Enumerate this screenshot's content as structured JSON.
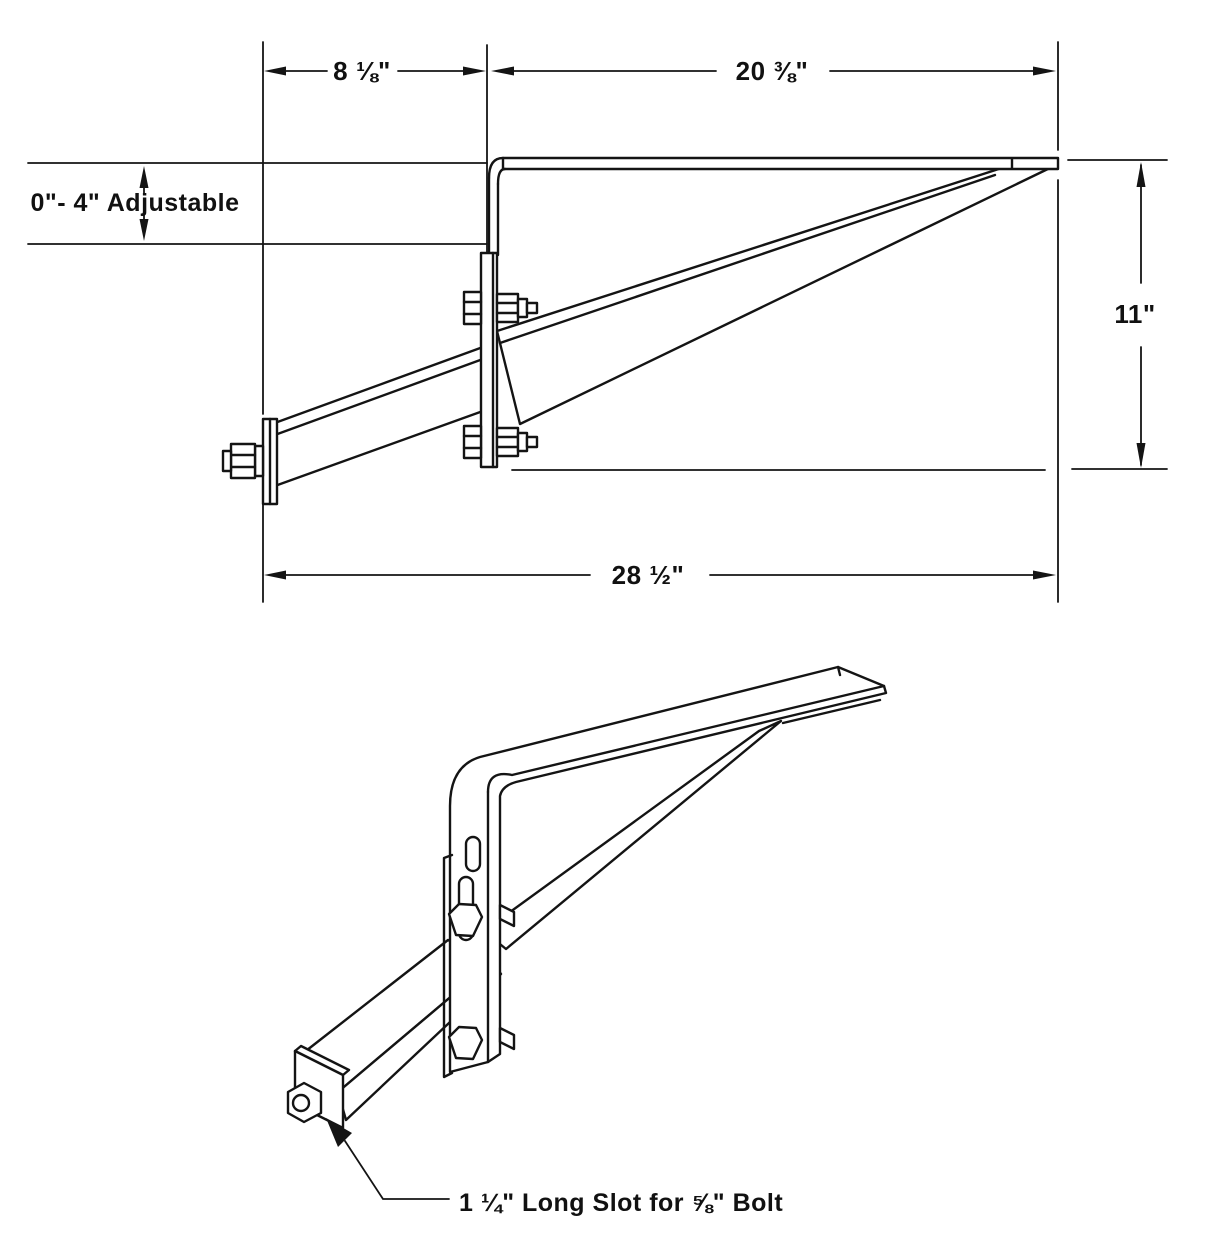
{
  "page": {
    "background": "#ffffff"
  },
  "diagram": {
    "stroke_color": "#141414",
    "text_color": "#111111",
    "side_view": {
      "description": "bracket-side-elevation",
      "dims": {
        "top_left": "8 ⅛\"",
        "top_right": "20 ⅜\"",
        "adjustable": "0\"- 4\" Adjustable",
        "height": "11\"",
        "overall": "28 ½\""
      }
    },
    "iso_view": {
      "description": "bracket-isometric-view",
      "callout": "1 ¼\" Long Slot for ⅝\" Bolt"
    }
  }
}
